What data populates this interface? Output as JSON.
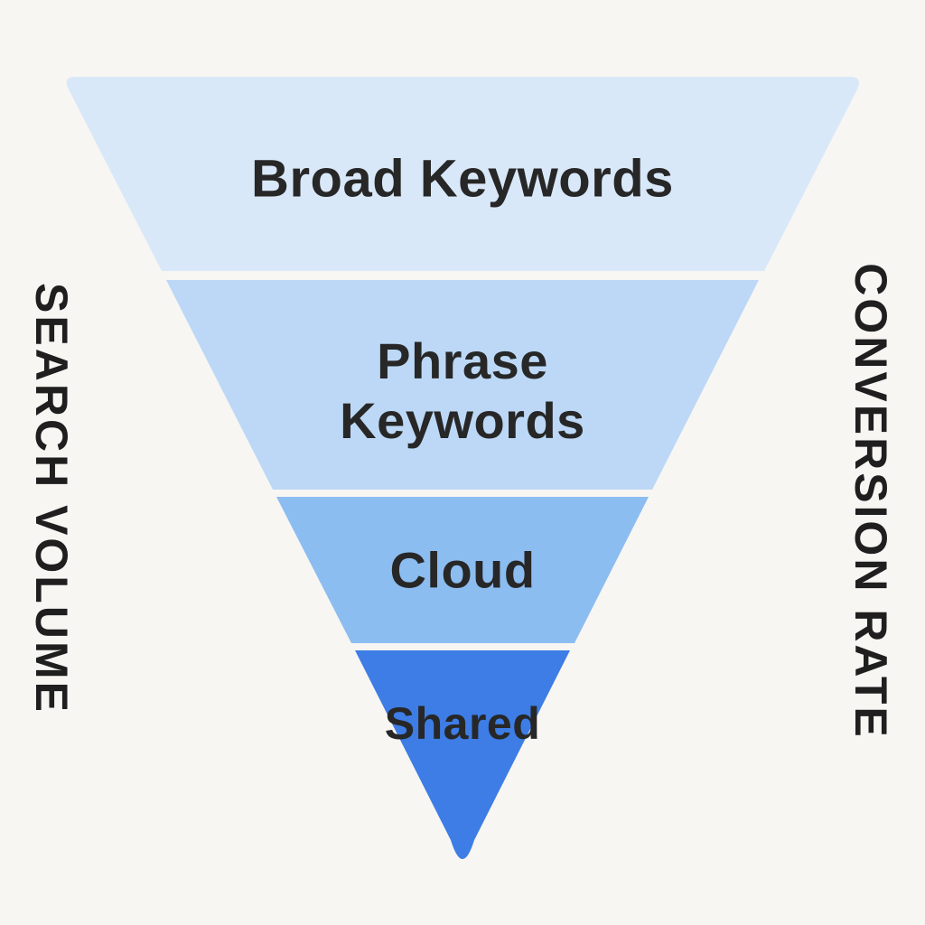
{
  "background": "#f7f6f3",
  "text_color": "#272727",
  "axes": {
    "left_label": "SEARCH VOLUME",
    "right_label": "CONVERSION RATE"
  },
  "funnel": {
    "tiers": [
      {
        "label": "Broad Keywords",
        "color": "#d9e8f9"
      },
      {
        "label": "Phrase Keywords",
        "color": "#bcd8f6"
      },
      {
        "label": "Cloud",
        "color": "#8cbdf1"
      },
      {
        "label": "Shared",
        "color": "#3d7de5"
      }
    ]
  },
  "chart_data": {
    "type": "funnel",
    "stages": [
      "Broad Keywords",
      "Phrase Keywords",
      "Cloud",
      "Shared"
    ],
    "left_axis": "SEARCH VOLUME",
    "right_axis": "CONVERSION RATE"
  }
}
